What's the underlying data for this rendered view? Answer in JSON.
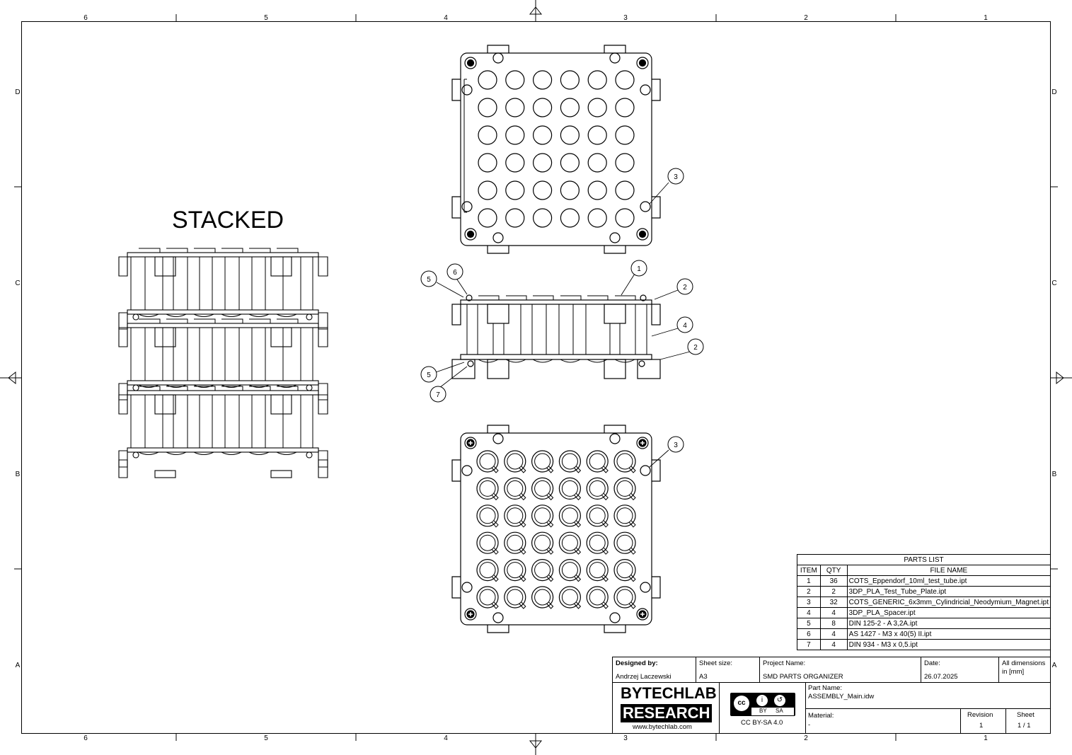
{
  "zones": {
    "columns": [
      "6",
      "5",
      "4",
      "3",
      "2",
      "1"
    ],
    "rows": [
      "D",
      "C",
      "B",
      "A"
    ]
  },
  "views": {
    "stacked_label": "STACKED"
  },
  "balloons": [
    {
      "num": "3"
    },
    {
      "num": "6"
    },
    {
      "num": "5"
    },
    {
      "num": "1"
    },
    {
      "num": "2"
    },
    {
      "num": "4"
    },
    {
      "num": "2"
    },
    {
      "num": "5"
    },
    {
      "num": "7"
    },
    {
      "num": "3"
    }
  ],
  "parts_list": {
    "title": "PARTS LIST",
    "headers": {
      "item": "ITEM",
      "qty": "QTY",
      "file": "FILE NAME"
    },
    "rows": [
      {
        "item": "1",
        "qty": "36",
        "file": "COTS_Eppendorf_10ml_test_tube.ipt"
      },
      {
        "item": "2",
        "qty": "2",
        "file": "3DP_PLA_Test_Tube_Plate.ipt"
      },
      {
        "item": "3",
        "qty": "32",
        "file": "COTS_GENERIC_6x3mm_Cylindricial_Neodymium_Magnet.ipt"
      },
      {
        "item": "4",
        "qty": "4",
        "file": "3DP_PLA_Spacer.ipt"
      },
      {
        "item": "5",
        "qty": "8",
        "file": "DIN 125-2 - A 3,2A.ipt"
      },
      {
        "item": "6",
        "qty": "4",
        "file": "AS 1427 - M3 x 40(5) II.ipt"
      },
      {
        "item": "7",
        "qty": "4",
        "file": "DIN 934 - M3 x 0,5.ipt"
      }
    ]
  },
  "title_block": {
    "designed_by_label": "Designed by:",
    "designed_by": "Andrzej Laczewski",
    "sheet_size_label": "Sheet size:",
    "sheet_size": "A3",
    "project_name_label": "Project Name:",
    "project_name": "SMD PARTS ORGANIZER",
    "date_label": "Date:",
    "date": "26.07.2025",
    "dimensions_note_1": "All dimensions",
    "dimensions_note_2": "in [mm]",
    "part_name_label": "Part Name:",
    "part_name": "ASSEMBLY_Main.idw",
    "material_label": "Material:",
    "material": "-",
    "revision_label": "Revision",
    "revision": "1",
    "sheet_label": "Sheet",
    "sheet": "1 / 1",
    "logo_line1": "BYTECHLAB",
    "logo_line2": "RESEARCH",
    "website": "www.bytechlab.com",
    "license_label": "CC BY-SA 4.0",
    "license_badge_by": "BY",
    "license_badge_sa": "SA"
  }
}
